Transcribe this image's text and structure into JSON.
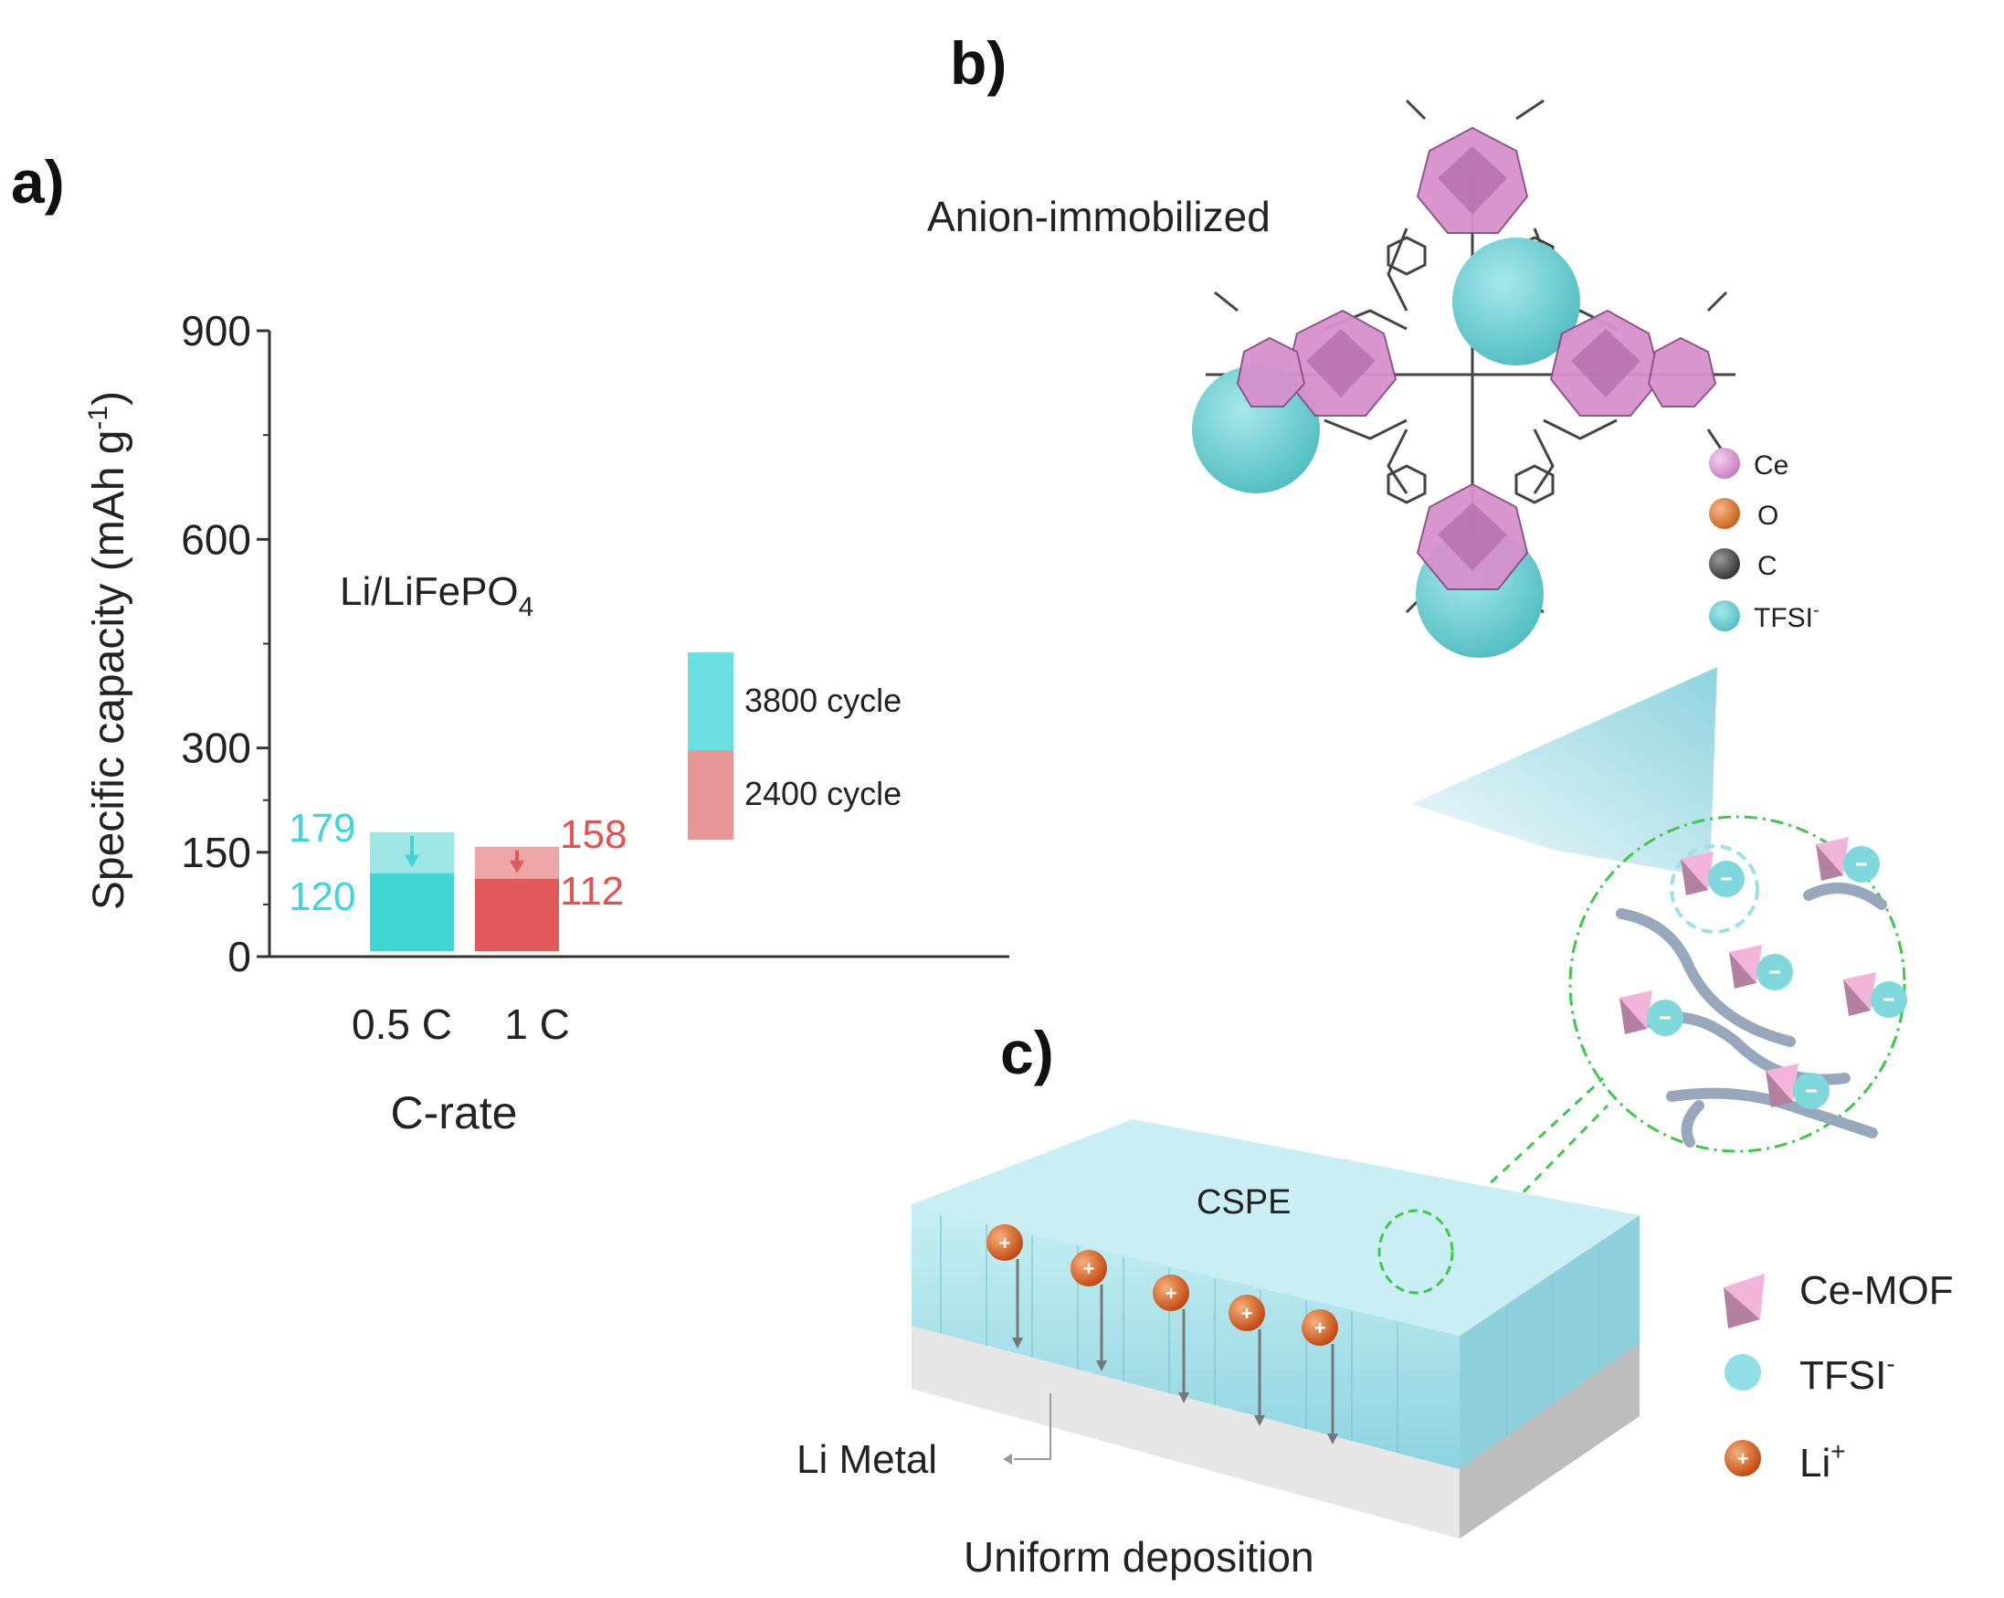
{
  "panel_labels": {
    "a": "a)",
    "b": "b)",
    "c": "c)"
  },
  "chart_data": {
    "type": "bar",
    "ylabel": "Specific capacity (mAh g",
    "ylabel_sup": "-1",
    "ylabel_close": ")",
    "xlabel": "C-rate",
    "inset_title": "Li/LiFePO",
    "inset_title_sub": "4",
    "ylim": [
      0,
      900
    ],
    "yticks": [
      0,
      150,
      300,
      600,
      900
    ],
    "ytick_labels": [
      "0",
      "150",
      "300",
      "600",
      "900"
    ],
    "categories": [
      "0.5 C",
      "1 C"
    ],
    "bars": [
      {
        "category": "0.5 C",
        "initial": 179,
        "final": 120,
        "color": "#40d4d4",
        "light_color": "#9ee6e6",
        "label_color": "#3dd6e0"
      },
      {
        "category": "1 C",
        "initial": 158,
        "final": 112,
        "color": "#e05a5a",
        "light_color": "#eda5a5",
        "label_color": "#e8504f"
      }
    ],
    "value_labels": {
      "c0_initial": "179",
      "c0_final": "120",
      "c1_initial": "158",
      "c1_final": "112"
    },
    "legend": [
      {
        "name": "3800 cycle",
        "color": "#6be0e0"
      },
      {
        "name": "2400 cycle",
        "color": "#e89696"
      }
    ]
  },
  "panel_b": {
    "title": "Anion-immobilized",
    "legend": [
      {
        "name": "Ce",
        "color": "#d9a0d6"
      },
      {
        "name": "O",
        "color": "#e07a2a"
      },
      {
        "name": "C",
        "color": "#555555"
      },
      {
        "name": "TFSI",
        "sup": "-",
        "color": "#5cc9cc"
      }
    ]
  },
  "panel_c": {
    "cspe_label": "CSPE",
    "li_metal_label": "Li Metal",
    "deposition_label": "Uniform deposition",
    "legend": [
      {
        "name": "Ce-MOF",
        "sup": ""
      },
      {
        "name": "TFSI",
        "sup": "-"
      },
      {
        "name": "Li",
        "sup": "+"
      }
    ],
    "colors": {
      "cspe": "#a8e2ea",
      "li_metal": "#dcdcdc",
      "li_ion": "#e0621c",
      "ce_mof": "#e8a0c8",
      "tfsi": "#6fd3d6"
    }
  }
}
